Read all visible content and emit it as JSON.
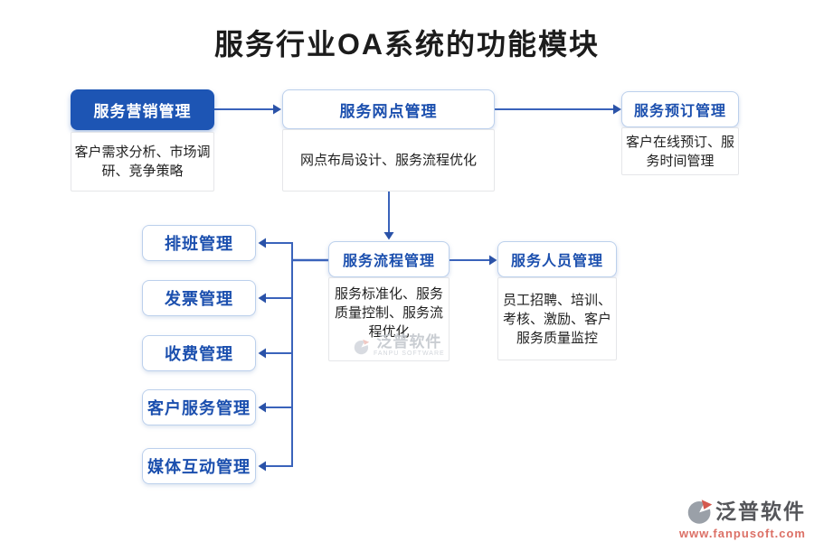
{
  "title": "服务行业OA系统的功能模块",
  "diagram": {
    "top_row": [
      {
        "label": "服务营销管理",
        "desc": "客户需求分析、市场调研、竞争策略",
        "style": "filled"
      },
      {
        "label": "服务网点管理",
        "desc": "网点布局设计、服务流程优化",
        "style": "outline"
      },
      {
        "label": "服务预订管理",
        "desc": "客户在线预订、服务时间管理",
        "style": "outline"
      }
    ],
    "middle_row": [
      {
        "label": "服务流程管理",
        "desc": "服务标准化、服务质量控制、服务流程优化"
      },
      {
        "label": "服务人员管理",
        "desc": "员工招聘、培训、考核、激励、客户服务质量监控"
      }
    ],
    "left_column": [
      "排班管理",
      "发票管理",
      "收费管理",
      "客户服务管理",
      "媒体互动管理"
    ]
  },
  "watermark": {
    "name": "泛普软件",
    "subtitle": "FANPU SOFTWARE"
  },
  "brand": {
    "name": "泛普软件",
    "url": "www.fanpusoft.com"
  },
  "colors": {
    "primary_blue": "#1d55b4",
    "node_text_blue": "#1b4fae",
    "node_border_blue": "#bcd0ec",
    "connector_blue": "#3a63bb",
    "arrowhead_blue": "#2a52a8",
    "title_text": "#1c1c1c",
    "body_text": "#1f1f1f",
    "brand_gray": "#55565a",
    "brand_red": "#dc7066"
  }
}
